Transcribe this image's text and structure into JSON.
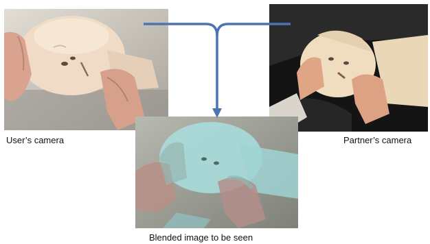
{
  "captions": {
    "user_camera": "User’s camera",
    "partner_camera": "Partner’s camera",
    "blended": "Blended image to be seen"
  },
  "colors": {
    "arrow": "#4a74b4",
    "user_background": "#c9c4ba",
    "partner_background": "#141414",
    "blended_tint": "#a9dcdc"
  },
  "icons": {
    "arrow": "arrow-down-icon"
  }
}
